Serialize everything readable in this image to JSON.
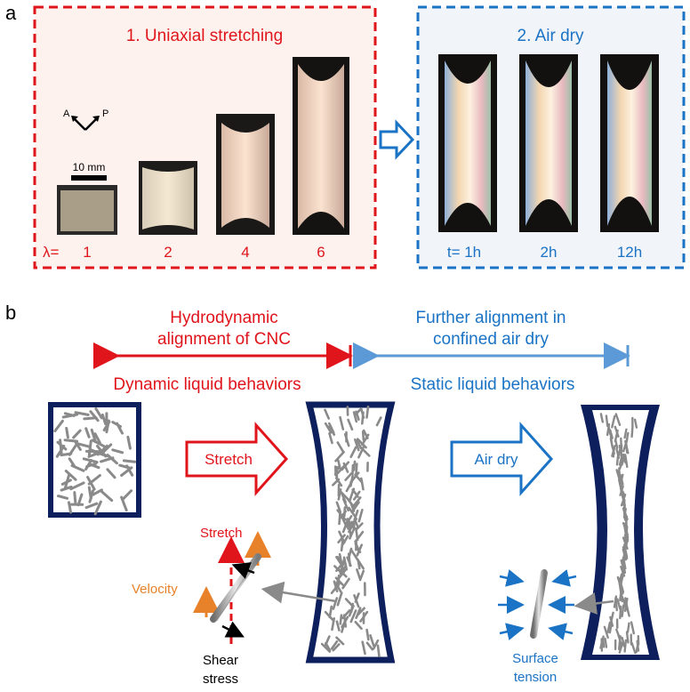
{
  "panel_a": {
    "label": "a",
    "stretch_box": {
      "title": "1. Uniaxial stretching",
      "lambda_prefix": "λ=",
      "lambda_values": [
        "1",
        "2",
        "4",
        "6"
      ],
      "polarizer_a": "A",
      "polarizer_p": "P",
      "scale_bar": "10 mm"
    },
    "dry_box": {
      "title": "2. Air dry",
      "times": [
        "t= 1h",
        "2h",
        "12h"
      ]
    }
  },
  "panel_b": {
    "label": "b",
    "left_header_line1": "Hydrodynamic",
    "left_header_line2": "alignment of CNC",
    "left_sub": "Dynamic liquid behaviors",
    "right_header_line1": "Further alignment in",
    "right_header_line2": "confined air dry",
    "right_sub": "Static liquid behaviors",
    "stretch_arrow": "Stretch",
    "airdry_arrow": "Air dry",
    "inset_left": {
      "stretch": "Stretch",
      "velocity": "Velocity",
      "shear_line1": "Shear",
      "shear_line2": "stress"
    },
    "inset_right": {
      "surface_line1": "Surface",
      "surface_line2": "tension"
    }
  },
  "colors": {
    "red": "#e0141b",
    "blue": "#1a73c4",
    "orange": "#e8822a",
    "navy": "#0d1f5c",
    "panel_bg_red": "#fdf2ee",
    "panel_bg_blue": "#f1f4f9"
  }
}
